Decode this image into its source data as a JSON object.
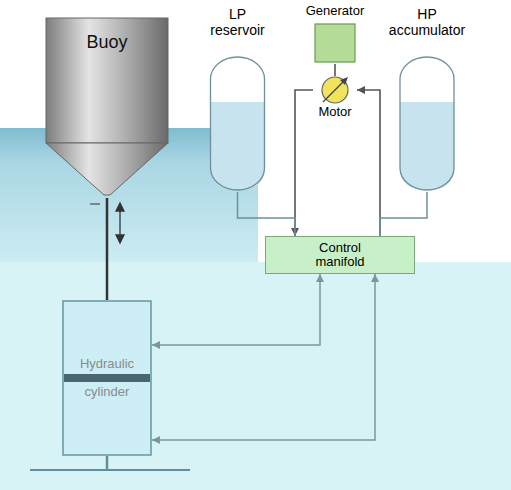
{
  "diagram": {
    "nodes": [
      {
        "text": [
          "Generator"
        ]
      },
      {
        "text": [
          "LP reservoir"
        ]
      },
      {
        "text": [
          "HP accumulator"
        ]
      },
      {
        "text": [
          "Buoy"
        ]
      },
      {
        "text": [
          "Motor"
        ]
      },
      {
        "text": [
          "Control manifold"
        ]
      },
      {
        "text": [
          "Hydraulic cylinder"
        ]
      }
    ],
    "edges": [
      {
        "from": 0,
        "to": 4,
        "arrow": "none"
      },
      {
        "from": 4,
        "to": 5,
        "arrow": "to"
      },
      {
        "from": 5,
        "to": 4,
        "arrow": "to"
      },
      {
        "from": 1,
        "to": 5,
        "arrow": "none"
      },
      {
        "from": 2,
        "to": 5,
        "arrow": "none"
      },
      {
        "from": 6,
        "to": 5,
        "arrow": "both"
      },
      {
        "from": 6,
        "to": 5,
        "arrow": "both"
      },
      {
        "from": 3,
        "to": 6,
        "arrow": "none"
      }
    ]
  }
}
